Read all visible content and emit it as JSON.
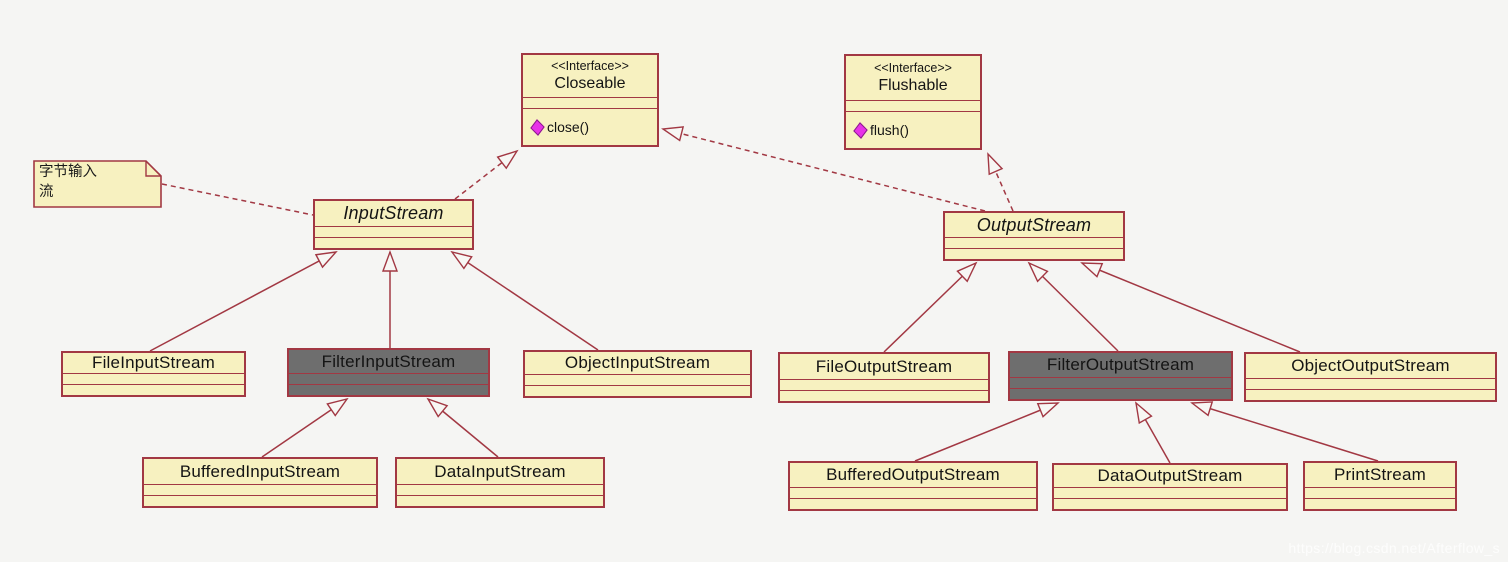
{
  "diagram": {
    "note": {
      "line1": "字节输入",
      "line2": "流"
    },
    "interfaces": {
      "closeable": {
        "stereotype": "<<Interface>>",
        "name": "Closeable",
        "method": "close()"
      },
      "flushable": {
        "stereotype": "<<Interface>>",
        "name": "Flushable",
        "method": "flush()"
      }
    },
    "abstract_classes": {
      "input_stream": {
        "name": "InputStream"
      },
      "output_stream": {
        "name": "OutputStream"
      }
    },
    "classes": {
      "file_input_stream": {
        "name": "FileInputStream"
      },
      "filter_input_stream": {
        "name": "FilterInputStream",
        "highlighted": true
      },
      "object_input_stream": {
        "name": "ObjectInputStream"
      },
      "buffered_input_stream": {
        "name": "BufferedInputStream"
      },
      "data_input_stream": {
        "name": "DataInputStream"
      },
      "file_output_stream": {
        "name": "FileOutputStream"
      },
      "filter_output_stream": {
        "name": "FilterOutputStream",
        "highlighted": true
      },
      "object_output_stream": {
        "name": "ObjectOutputStream"
      },
      "buffered_output_stream": {
        "name": "BufferedOutputStream"
      },
      "data_output_stream": {
        "name": "DataOutputStream"
      },
      "print_stream": {
        "name": "PrintStream"
      }
    },
    "icons": {
      "operation_icon": "magenta-diamond"
    },
    "colors": {
      "box_fill": "#f7f1c0",
      "box_border": "#a23843",
      "highlight_fill": "#6e6e6e",
      "connector": "#a23843",
      "operation_icon": "#e832e8",
      "background": "#f5f5f3"
    },
    "watermark": "https://blog.csdn.net/Afterflow_s"
  }
}
